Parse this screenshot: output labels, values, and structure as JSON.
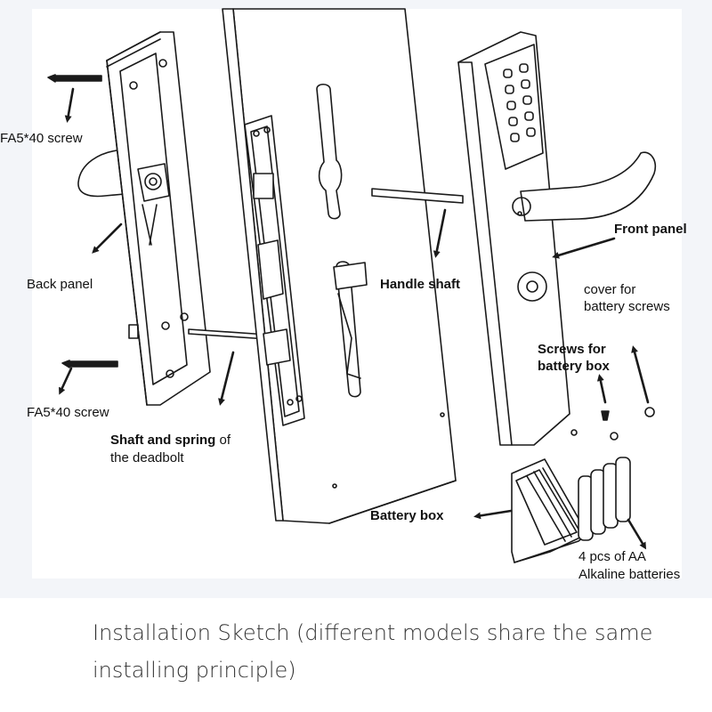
{
  "labels": {
    "screw_top": "FA5*40 screw",
    "back_panel": "Back panel",
    "screw_bottom": "FA5*40 screw",
    "shaft_spring_bold": "Shaft and spring",
    "shaft_spring_rest": " of",
    "shaft_spring_line2": "the deadbolt",
    "handle_shaft": "Handle shaft",
    "front_panel": "Front panel",
    "cover_line1": "cover for",
    "cover_line2": "battery screws",
    "screws_box_line1": "Screws for",
    "screws_box_line2": "battery box",
    "battery_box": "Battery box",
    "batteries_line1": "4 pcs of AA",
    "batteries_line2": "Alkaline batteries"
  },
  "caption": "Installation Sketch (different models share the same installing principle)"
}
